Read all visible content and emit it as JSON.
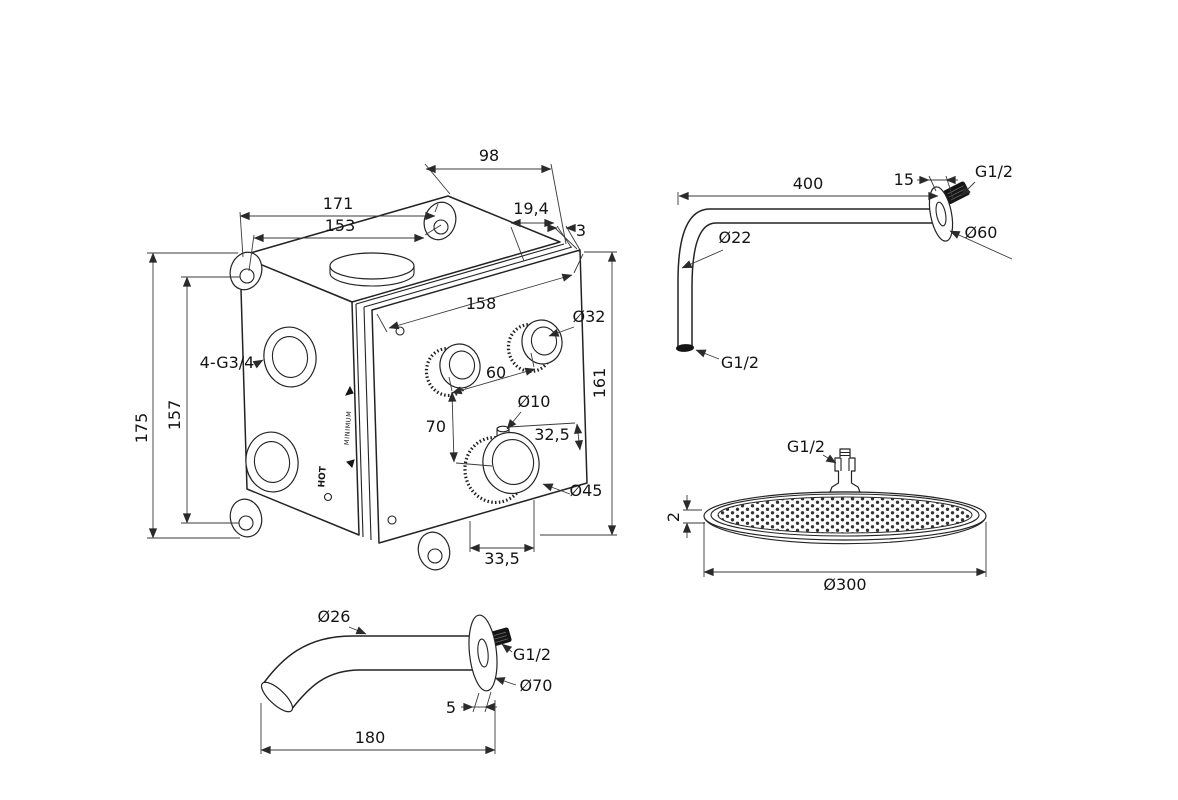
{
  "meta": {
    "background": "#ffffff",
    "line_color": "#232323",
    "text_color": "#141414"
  },
  "valve_box": {
    "depth_top": "98",
    "width_outer": "171",
    "width_holes": "153",
    "top_offset": "19,4",
    "plate_thickness": "3",
    "plate_width": "158",
    "knob_small_dia": "Ø32",
    "knob_spacing": "60",
    "stem_dia": "Ø10",
    "knob_row_offset": "70",
    "stem_offset": "32,5",
    "knob_large_dia": "Ø45",
    "plate_height": "161",
    "height_outer": "175",
    "height_holes": "157",
    "thread_connections": "4-G3/4",
    "bottom_offset": "33,5",
    "hot_label": "HOT",
    "min_label": "MINIMUM"
  },
  "shower_arm": {
    "length": "400",
    "flange_depth": "15",
    "wall_thread": "G1/2",
    "tube_dia": "Ø22",
    "flange_dia": "Ø60",
    "outlet_thread": "G1/2"
  },
  "shower_head": {
    "inlet_thread": "G1/2",
    "edge_thickness": "2",
    "head_dia": "Ø300"
  },
  "spout": {
    "tube_dia": "Ø26",
    "thread": "G1/2",
    "flange_dia": "Ø70",
    "flange_offset": "5",
    "length": "180"
  }
}
